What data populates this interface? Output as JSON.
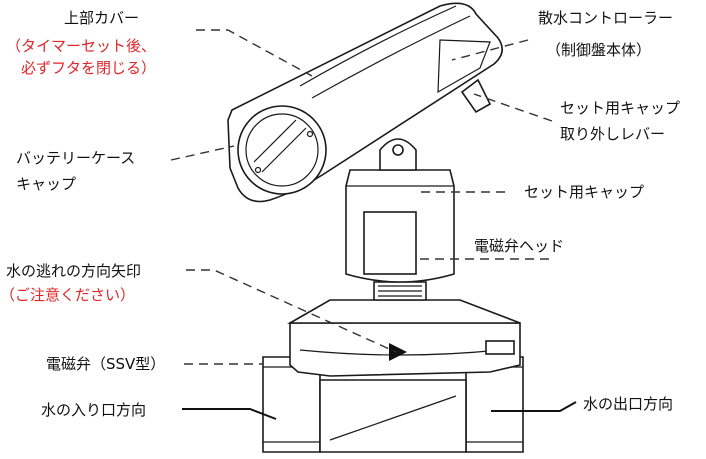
{
  "labels": {
    "top_cover": "上部カバー",
    "top_cover_note_1": "（タイマーセット後、",
    "top_cover_note_2": "必ずフタを閉じる）",
    "controller_1": "散水コントローラー",
    "controller_2": "（制御盤本体）",
    "release_lever_1": "セット用キャップ",
    "release_lever_2": "取り外しレバー",
    "battery_cap_1": "バッテリーケース",
    "battery_cap_2": "キャップ",
    "set_cap": "セット用キャップ",
    "valve_head": "電磁弁ヘッド",
    "flow_arrow_1": "水の逃れの方向矢印",
    "flow_arrow_2": "（ご注意ください）",
    "solenoid_valve": "電磁弁（SSV型）",
    "water_inlet": "水の入り口方向",
    "water_outlet": "水の出口方向"
  },
  "colors": {
    "note_text": "#e0262a",
    "line": "#1a1a1a"
  }
}
